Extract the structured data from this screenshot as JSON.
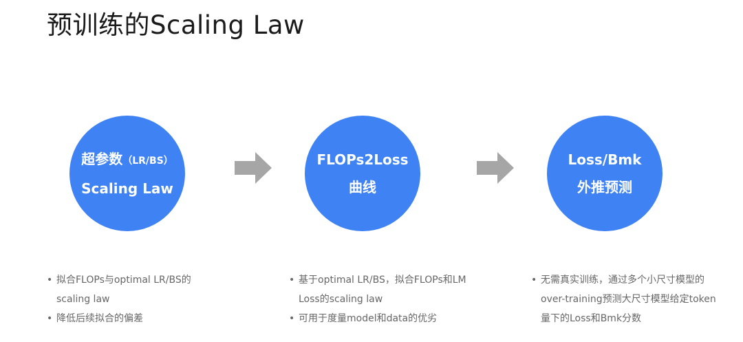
{
  "title": "预训练的Scaling Law",
  "steps": [
    {
      "line1_main": "超参数",
      "line1_small": "（LR/BS）",
      "line2": "Scaling Law",
      "bullets": [
        "拟合FLOPs与optimal LR/BS的scaling law",
        "降低后续拟合的偏差"
      ]
    },
    {
      "line1_main": "FLOPs2Loss",
      "line1_small": "",
      "line2": "曲线",
      "bullets": [
        "基于optimal LR/BS，拟合FLOPs和LM Loss的scaling law",
        "可用于度量model和data的优劣"
      ]
    },
    {
      "line1_main": "Loss/Bmk",
      "line1_small": "",
      "line2": "外推预测",
      "bullets": [
        "无需真实训练，通过多个小尺寸模型的over-training预测大尺寸模型给定token量下的Loss和Bmk分数"
      ]
    }
  ],
  "colors": {
    "circle": "#3e82f4",
    "arrow": "#a6a6a6",
    "title": "#1a1a1a",
    "bullet_text": "#666666"
  }
}
